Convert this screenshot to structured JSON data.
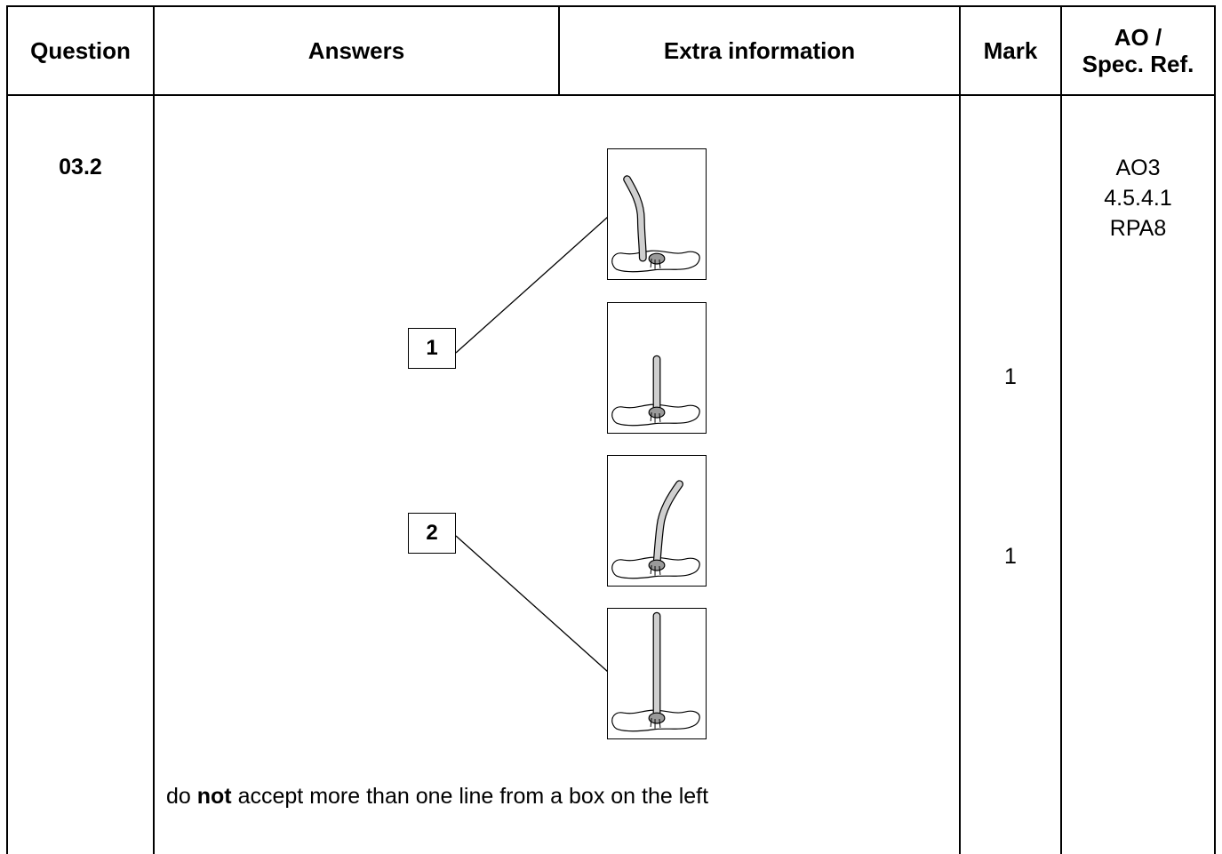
{
  "headers": {
    "question": "Question",
    "answers": "Answers",
    "extra_information": "Extra information",
    "mark": "Mark",
    "ao_line1": "AO /",
    "ao_line2": "Spec. Ref."
  },
  "row": {
    "question_number": "03.2",
    "left_boxes": [
      "1",
      "2"
    ],
    "marks": [
      "1",
      "1"
    ],
    "ao": [
      "AO3",
      "4.5.4.1",
      "RPA8"
    ],
    "note_prefix": "do ",
    "note_bold": "not",
    "note_suffix": " accept more than one line from a box on the left"
  },
  "diagram": {
    "panels": [
      "seedling-curved-tall",
      "seedling-straight-short",
      "seedling-curved-medium",
      "seedling-straight-tall"
    ]
  }
}
